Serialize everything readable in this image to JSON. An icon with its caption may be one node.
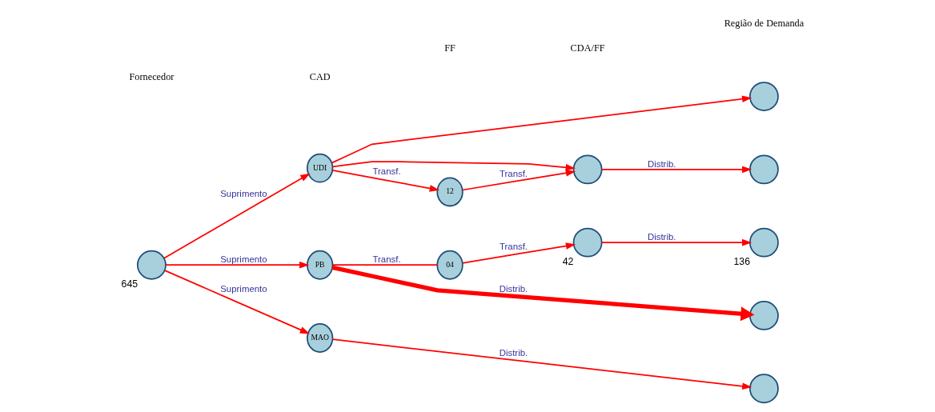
{
  "diagram": {
    "nodes": [
      {
        "text": [],
        "shape": "circle"
      },
      {
        "text": [],
        "shape": "circle",
        "beside": [
          "645"
        ]
      },
      {
        "text": [
          "UDI"
        ]
      },
      {
        "text": [
          "12"
        ]
      },
      {
        "text": [],
        "shape": "circle"
      },
      {
        "text": [],
        "shape": "circle"
      },
      {
        "text": [
          "PB"
        ]
      },
      {
        "text": [
          "04"
        ]
      },
      {
        "text": [],
        "shape": "circle",
        "beside": [
          "42"
        ]
      },
      {
        "text": [],
        "shape": "circle",
        "beside": [
          "136"
        ]
      },
      {
        "text": [],
        "shape": "circle"
      },
      {
        "text": [
          "MAO"
        ]
      },
      {
        "text": [],
        "shape": "circle"
      }
    ],
    "edges": [
      {
        "from": 1,
        "to": 2,
        "arrow": "to",
        "label": "Suprimento"
      },
      {
        "from": 1,
        "to": 6,
        "arrow": "to",
        "label": "Suprimento"
      },
      {
        "from": 1,
        "to": 11,
        "arrow": "to",
        "label": "Suprimento"
      },
      {
        "from": 2,
        "to": 0,
        "arrow": "to"
      },
      {
        "from": 2,
        "to": 4,
        "arrow": "to"
      },
      {
        "from": 2,
        "to": 3,
        "arrow": "to",
        "label": "Transf."
      },
      {
        "from": 3,
        "to": 4,
        "arrow": "to",
        "label": "Transf."
      },
      {
        "from": 4,
        "to": 5,
        "arrow": "to",
        "label": "Distrib."
      },
      {
        "from": 6,
        "to": 7,
        "arrow": "none",
        "label": "Transf."
      },
      {
        "from": 7,
        "to": 8,
        "arrow": "to",
        "label": "Transf."
      },
      {
        "from": 8,
        "to": 9,
        "arrow": "to",
        "label": "Distrib."
      },
      {
        "from": 6,
        "to": 10,
        "arrow": "to",
        "label": "Distrib.",
        "style": "thick"
      },
      {
        "from": 11,
        "to": 12,
        "arrow": "to",
        "label": "Distrib."
      }
    ],
    "labels": [
      "Fornecedor",
      "CAD",
      "FF",
      "CDA/FF",
      "Região de Demanda"
    ]
  }
}
